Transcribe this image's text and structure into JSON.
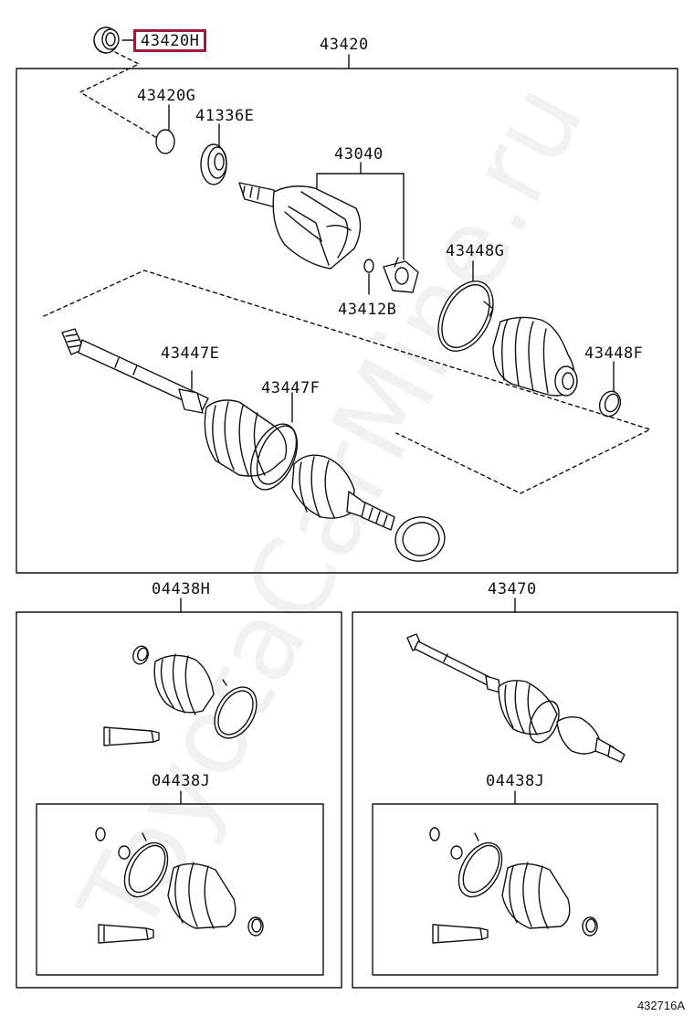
{
  "colors": {
    "highlight": "#9c1b3a",
    "line": "#111111"
  },
  "main_assembly": {
    "number": "43420",
    "highlighted_part": "43420H",
    "parts": {
      "p43420G": "43420G",
      "p41336E": "41336E",
      "p43040": "43040",
      "p43448G": "43448G",
      "p43412B": "43412B",
      "p43447E": "43447E",
      "p43447F": "43447F",
      "p43448F": "43448F"
    }
  },
  "boot_kit": {
    "number": "04438H",
    "sub_number": "04438J"
  },
  "shaft_kit": {
    "number": "43470",
    "sub_number": "04438J"
  },
  "watermark": "ToyotaCarMine.ru",
  "diagram_code": "432716A"
}
